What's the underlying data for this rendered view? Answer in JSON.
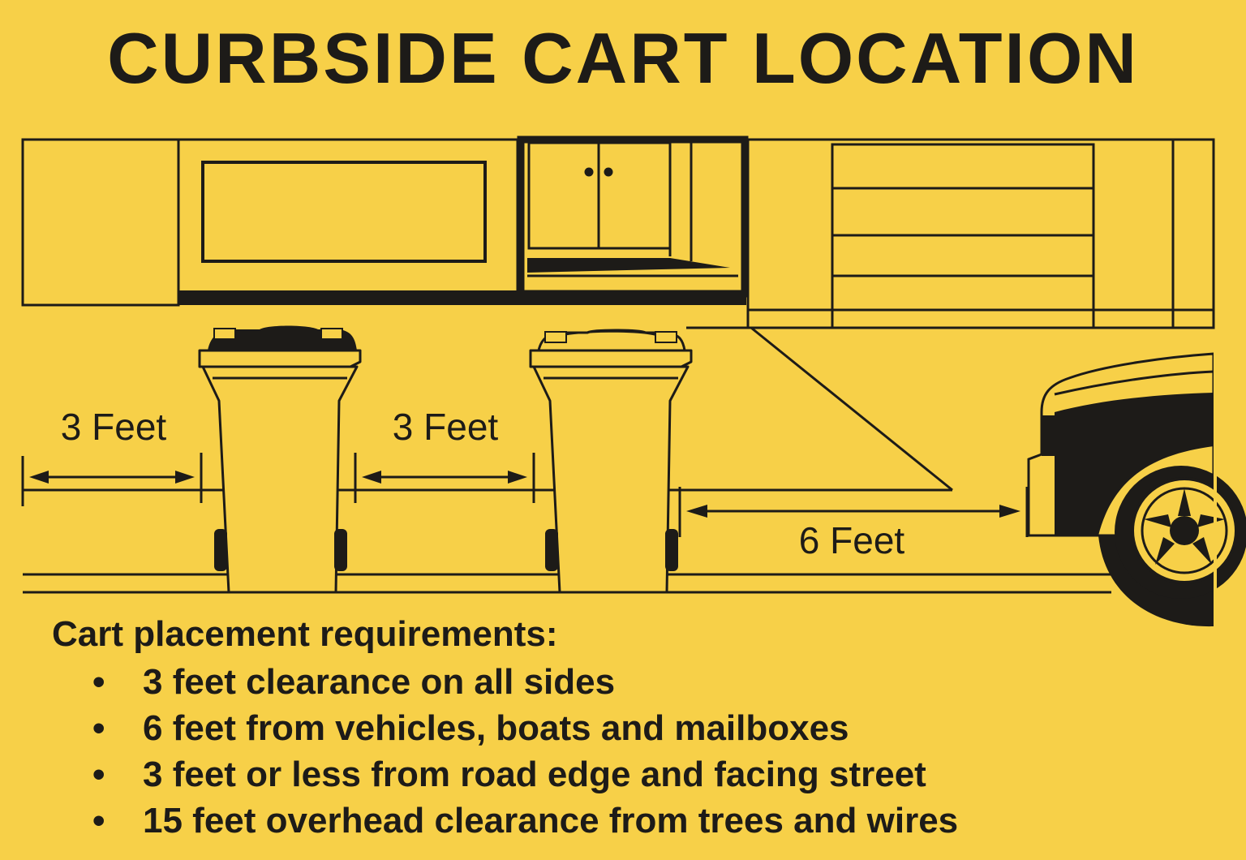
{
  "title": "CURBSIDE CART LOCATION",
  "dimensions": {
    "left_gap": "3 Feet",
    "middle_gap": "3 Feet",
    "vehicle_gap": "6 Feet"
  },
  "requirements": {
    "heading": "Cart placement requirements:",
    "items": [
      "3 feet clearance on all sides",
      "6 feet from vehicles, boats and mailboxes",
      "3 feet or less from road edge and facing street",
      "15 feet overhead clearance from trees and wires"
    ]
  },
  "colors": {
    "background": "#F7D048",
    "ink": "#1d1b18"
  },
  "icons": [
    "house-illustration",
    "garage-door-icon",
    "trash-cart-icon",
    "vehicle-icon",
    "wheel-icon",
    "double-arrow-icon"
  ]
}
